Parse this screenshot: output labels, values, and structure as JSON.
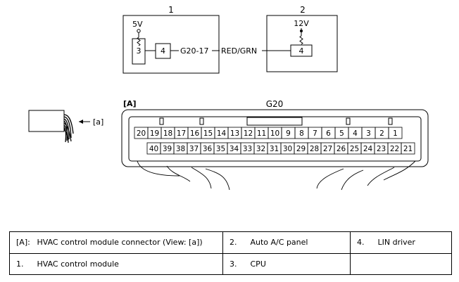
{
  "diagram": {
    "components": {
      "module": {
        "number": "1",
        "voltage": "5V",
        "inner_box_a": "3",
        "inner_box_b": "4",
        "terminal_label": "G20-17"
      },
      "panel": {
        "number": "2",
        "voltage": "12V",
        "inner_box": "4"
      },
      "wire_color": "RED/GRN"
    },
    "connector": {
      "view_label": "[A]",
      "name": "G20",
      "harness_label": "[a]",
      "top_row": [
        "20",
        "19",
        "18",
        "17",
        "16",
        "15",
        "14",
        "13",
        "12",
        "11",
        "10",
        "9",
        "8",
        "7",
        "6",
        "5",
        "4",
        "3",
        "2",
        "1"
      ],
      "bottom_row": [
        "40",
        "39",
        "38",
        "37",
        "36",
        "35",
        "34",
        "33",
        "32",
        "31",
        "30",
        "29",
        "28",
        "27",
        "26",
        "25",
        "24",
        "23",
        "22",
        "21"
      ]
    }
  },
  "legend": [
    [
      {
        "key": "[A]:",
        "text": "HVAC control module connector (View: [a])"
      },
      {
        "key": "2.",
        "text": "Auto A/C panel"
      },
      {
        "key": "4.",
        "text": "LIN driver"
      }
    ],
    [
      {
        "key": "1.",
        "text": "HVAC control module"
      },
      {
        "key": "3.",
        "text": "CPU"
      },
      {
        "key": "",
        "text": ""
      }
    ]
  ],
  "colors": {
    "line": "#000000",
    "background": "#ffffff"
  }
}
